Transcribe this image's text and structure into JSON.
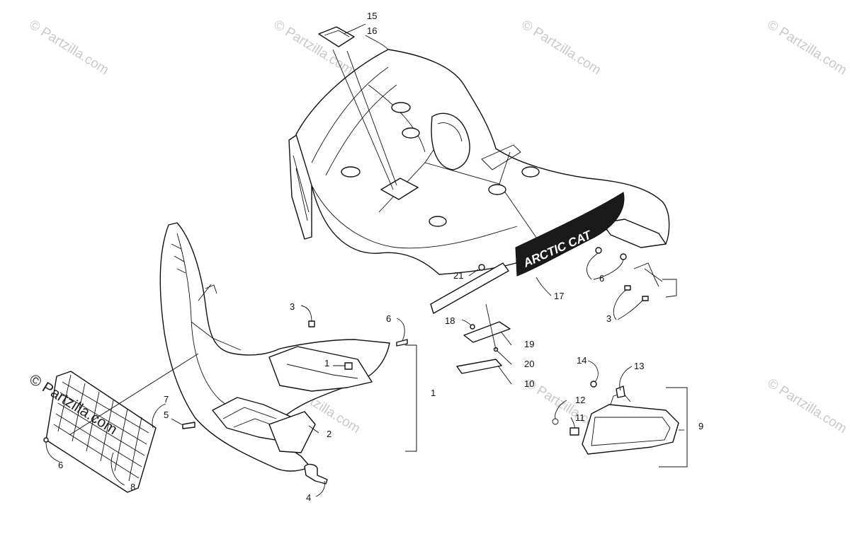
{
  "watermarks": [
    {
      "text": "© Partzilla.com"
    },
    {
      "text": "© Partzilla.com"
    },
    {
      "text": "© Partzilla.com"
    },
    {
      "text": "© Partzilla.com"
    },
    {
      "text": "© Partzilla.com"
    },
    {
      "text": "© Partzilla.com"
    },
    {
      "text": "© Partzilla.com"
    },
    {
      "text": "© Partzilla.com"
    }
  ],
  "watermark_primary": "© Partzilla.com",
  "decal_text": "ARCTIC CAT",
  "callouts": {
    "c15": "15",
    "c16": "16",
    "c21": "21",
    "c17": "17",
    "c6_right": "6",
    "c3_right": "3",
    "c3_mid": "3",
    "c6_mid": "6",
    "c18": "18",
    "c19": "19",
    "c20": "20",
    "c10": "10",
    "c1_inner": "1",
    "c1": "1",
    "c2": "2",
    "c7": "7",
    "c5": "5",
    "c6_left": "6",
    "c8": "8",
    "c4": "4",
    "c14": "14",
    "c13": "13",
    "c12": "12",
    "c11": "11",
    "c9": "9"
  }
}
